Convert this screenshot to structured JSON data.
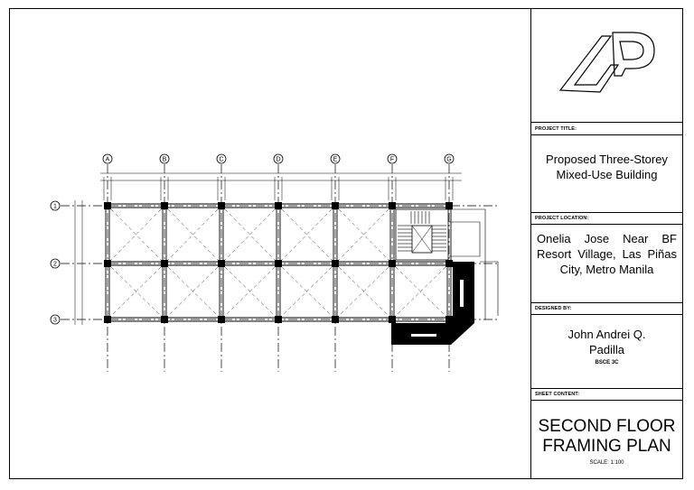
{
  "grid": {
    "columns": [
      "A",
      "B",
      "C",
      "D",
      "E",
      "F",
      "G"
    ],
    "rows": [
      "1",
      "2",
      "3"
    ]
  },
  "title_block": {
    "project_title_label": "PROJECT TITLE:",
    "project_title": "Proposed Three-Storey Mixed-Use Building",
    "project_location_label": "PROJECT LOCATION:",
    "project_location": "Onelia Jose Near BF Resort Village, Las Piñas City, Metro Manila",
    "designed_by_label": "DESIGNED BY:",
    "designer": "John Andrei Q. Padilla",
    "designer_course": "BSCE 3C",
    "sheet_content_label": "SHEET CONTENT:",
    "sheet_title": "SECOND FLOOR FRAMING PLAN",
    "scale": "SCALE: 1:100"
  }
}
